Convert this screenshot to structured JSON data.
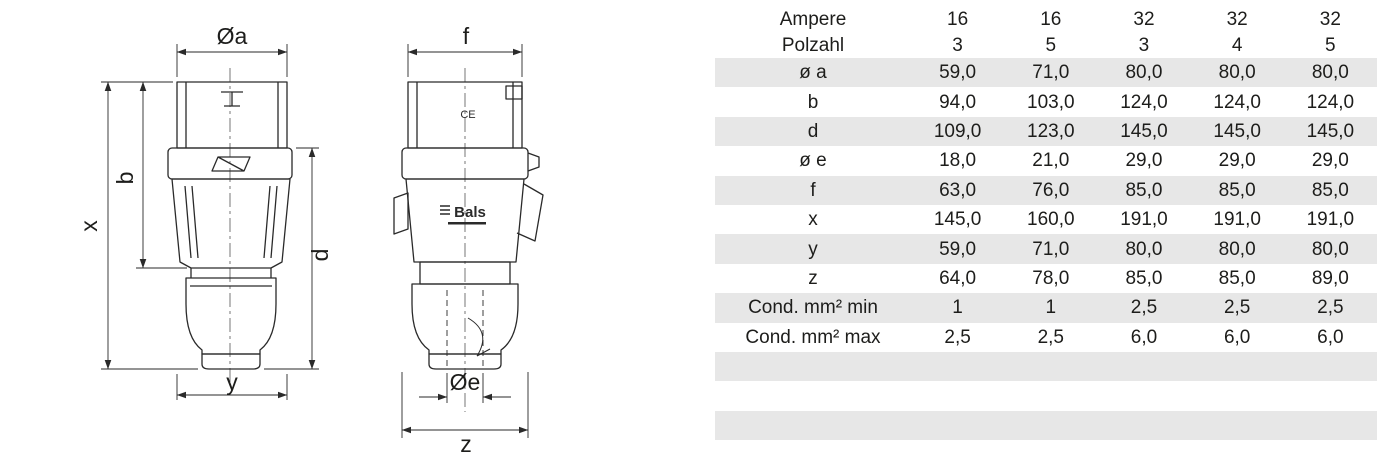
{
  "drawing": {
    "front_view": {
      "dim_diameter_a": "Øa",
      "dim_b": "b",
      "dim_x": "x",
      "dim_d": "d",
      "dim_y": "y"
    },
    "side_view": {
      "dim_f": "f",
      "dim_diameter_e": "Øe",
      "dim_z": "z",
      "brand": "Bals",
      "ce_mark": "CE"
    }
  },
  "table": {
    "header_rows": [
      {
        "label": "Ampere",
        "values": [
          "16",
          "16",
          "32",
          "32",
          "32"
        ]
      },
      {
        "label": "Polzahl",
        "values": [
          "3",
          "5",
          "3",
          "4",
          "5"
        ]
      }
    ],
    "rows": [
      {
        "label": "ø a",
        "values": [
          "59,0",
          "71,0",
          "80,0",
          "80,0",
          "80,0"
        ]
      },
      {
        "label": "b",
        "values": [
          "94,0",
          "103,0",
          "124,0",
          "124,0",
          "124,0"
        ]
      },
      {
        "label": "d",
        "values": [
          "109,0",
          "123,0",
          "145,0",
          "145,0",
          "145,0"
        ]
      },
      {
        "label": "ø e",
        "values": [
          "18,0",
          "21,0",
          "29,0",
          "29,0",
          "29,0"
        ]
      },
      {
        "label": "f",
        "values": [
          "63,0",
          "76,0",
          "85,0",
          "85,0",
          "85,0"
        ]
      },
      {
        "label": "x",
        "values": [
          "145,0",
          "160,0",
          "191,0",
          "191,0",
          "191,0"
        ]
      },
      {
        "label": "y",
        "values": [
          "59,0",
          "71,0",
          "80,0",
          "80,0",
          "80,0"
        ]
      },
      {
        "label": "z",
        "values": [
          "64,0",
          "78,0",
          "85,0",
          "85,0",
          "89,0"
        ]
      },
      {
        "label": "Cond. mm² min",
        "values": [
          "1",
          "1",
          "2,5",
          "2,5",
          "2,5"
        ]
      },
      {
        "label": "Cond. mm² max",
        "values": [
          "2,5",
          "2,5",
          "6,0",
          "6,0",
          "6,0"
        ]
      }
    ],
    "empty_rows": 3,
    "colors": {
      "stripe": "#e7e7e7",
      "text": "#1d1d1b",
      "line": "#2a2a2a"
    }
  }
}
